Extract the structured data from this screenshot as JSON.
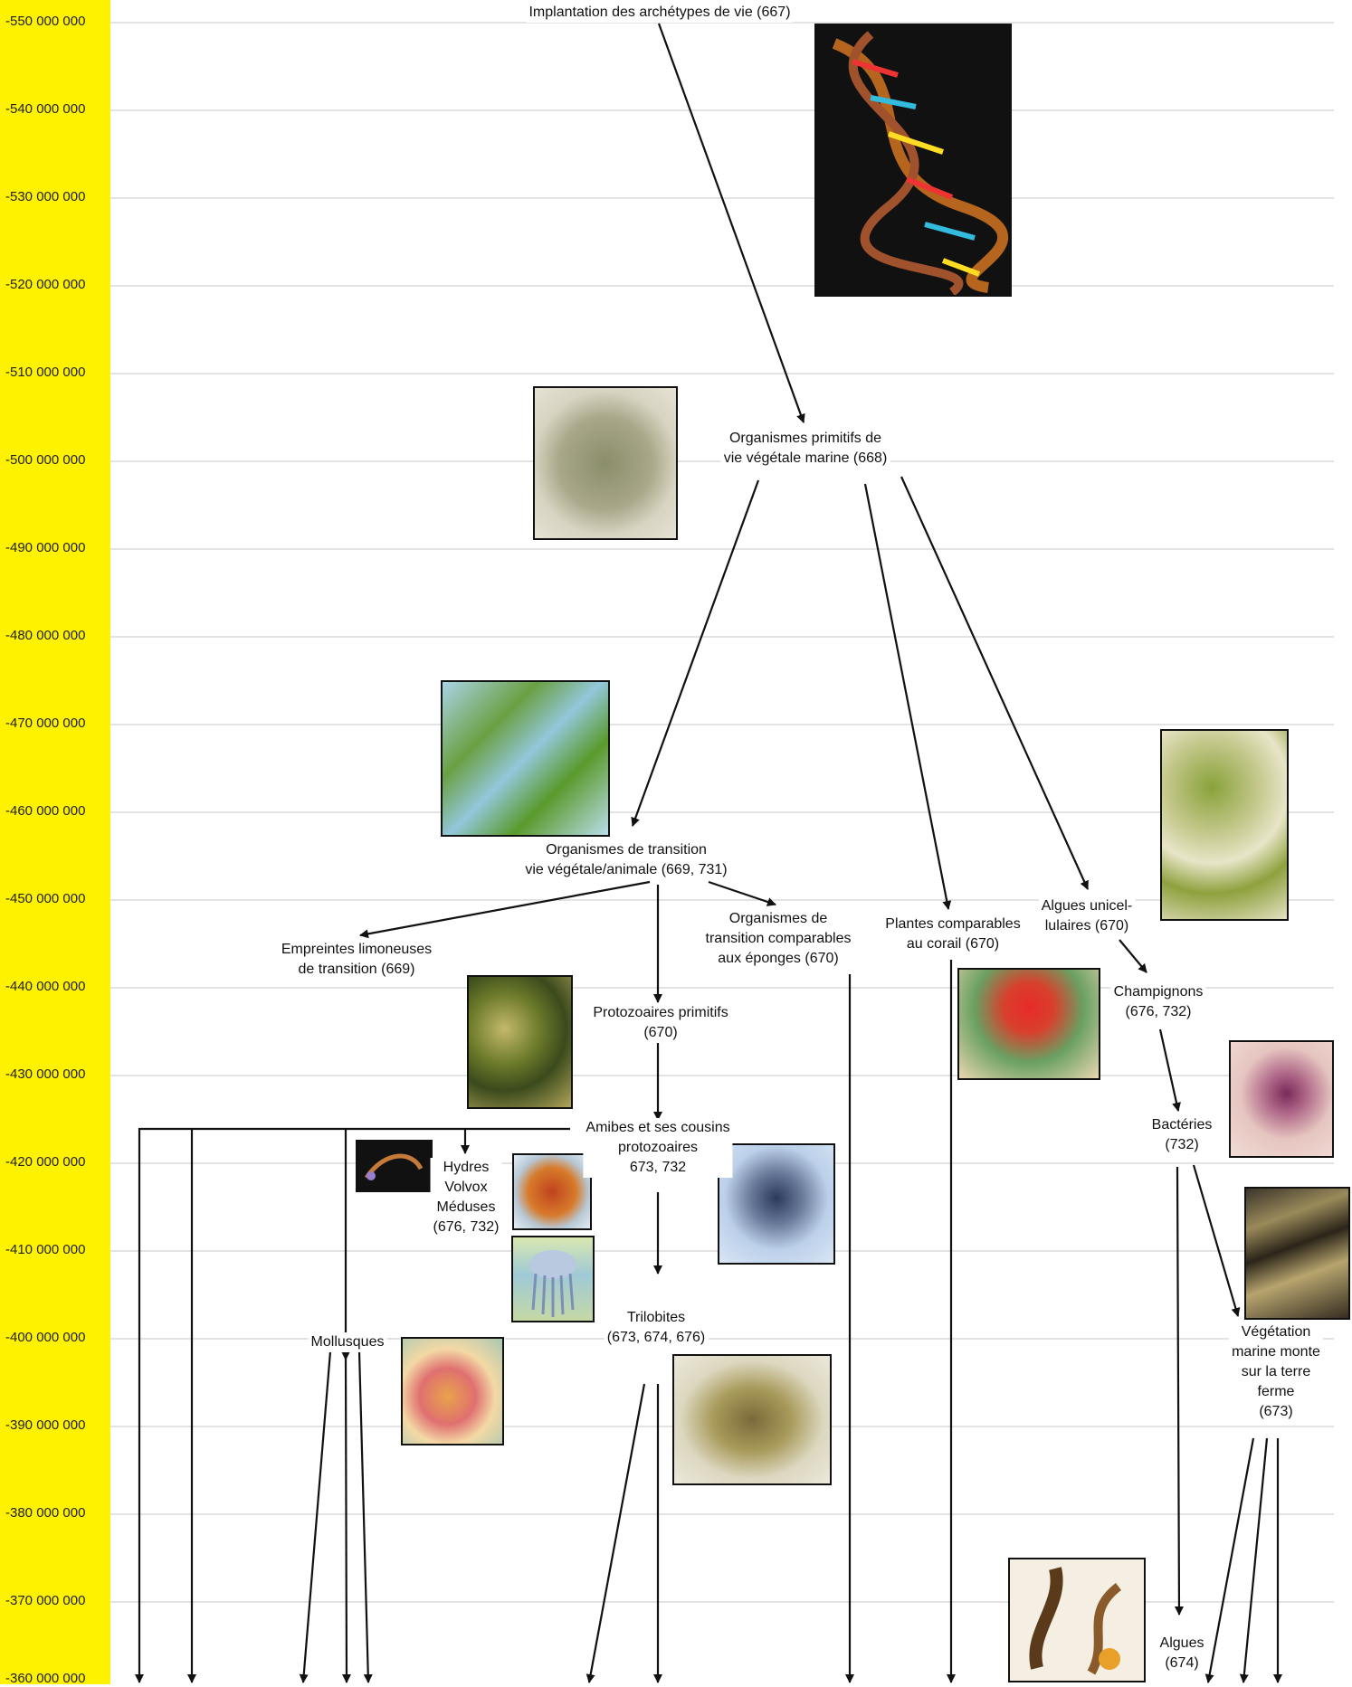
{
  "colors": {
    "axis_bg": "#fff200",
    "grid": "#e3e3e3",
    "arrow": "#111111"
  },
  "axis": {
    "ticks": [
      "-550 000 000",
      "-540 000 000",
      "-530 000 000",
      "-520 000 000",
      "-510 000 000",
      "-500 000 000",
      "-490 000 000",
      "-480 000 000",
      "-470 000 000",
      "-460 000 000",
      "-450 000 000",
      "-440 000 000",
      "-430 000 000",
      "-420 000 000",
      "-410 000 000",
      "-400 000 000",
      "-390 000 000",
      "-380 000 000",
      "-370 000 000",
      "-360 000 000"
    ]
  },
  "nodes": {
    "archetypes": "Implantation des archétypes de vie (667)",
    "vegetale_1": "Organismes primitifs de",
    "vegetale_2": "vie végétale marine (668)",
    "transition_1": "Organismes de transition",
    "transition_2": "vie végétale/animale (669, 731)",
    "empreintes_1": "Empreintes limoneuses",
    "empreintes_2": "de transition (669)",
    "eponges_1": "Organismes de",
    "eponges_2": "transition comparables",
    "eponges_3": "aux éponges (670)",
    "corail_1": "Plantes comparables",
    "corail_2": "au corail (670)",
    "algues_uni_1": "Algues unicel-",
    "algues_uni_2": "lulaires (670)",
    "champignons_1": "Champignons",
    "champignons_2": "(676, 732)",
    "protozoaires_1": "Protozoaires primitifs",
    "protozoaires_2": "(670)",
    "amibes_1": "Amibes et ses cousins",
    "amibes_2": "protozoaires",
    "amibes_3": "673, 732",
    "bacteries_1": "Bactéries",
    "bacteries_2": "(732)",
    "hydres_1": "Hydres",
    "hydres_2": "Volvox",
    "hydres_3": "Méduses",
    "hydres_4": "(676, 732)",
    "mollusques": "Mollusques",
    "trilobites_1": "Trilobites",
    "trilobites_2": "(673, 674, 676)",
    "vegetation_1": "Végétation",
    "vegetation_2": "marine monte",
    "vegetation_3": "sur la terre",
    "vegetation_4": "ferme",
    "vegetation_5": "(673)",
    "algues_1": "Algues",
    "algues_2": "(674)"
  }
}
